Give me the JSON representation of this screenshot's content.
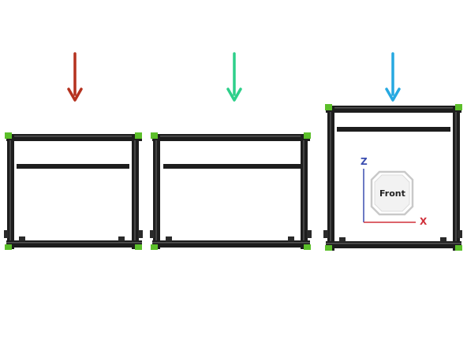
{
  "arrows": [
    {
      "color": "#b5321f",
      "name": "red-arrow-icon"
    },
    {
      "color": "#2ecf8a",
      "name": "green-arrow-icon"
    },
    {
      "color": "#27a9e1",
      "name": "blue-arrow-icon"
    }
  ],
  "colors": {
    "extrusion": "#1d1d1d",
    "corner_bracket": "#5cbf2a",
    "axis_z": "#3a4db0",
    "axis_x": "#d0303a"
  },
  "view_cube": {
    "face_label": "Front",
    "z_label": "Z",
    "x_label": "X"
  }
}
